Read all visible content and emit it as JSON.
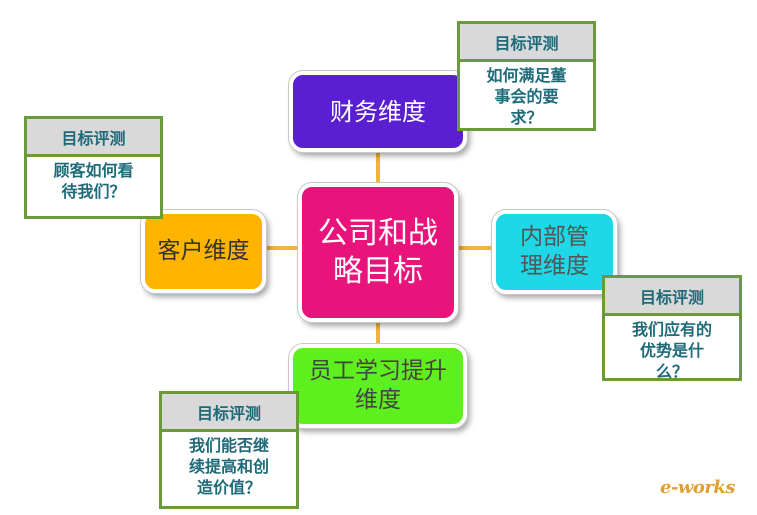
{
  "center": {
    "line1": "公司和战",
    "line2": "略目标",
    "color": "#e8147c"
  },
  "finance": {
    "label": "财务维度",
    "color": "#5a1fd1"
  },
  "customer": {
    "label": "客户维度",
    "color": "#ffb400"
  },
  "internal": {
    "line1": "内部管",
    "line2": "理维度",
    "color": "#1ed8e8"
  },
  "learning": {
    "line1": "员工学习提升",
    "line2": "维度",
    "color": "#5ef01e"
  },
  "eval_header": "目标评测",
  "eval_finance": {
    "header": "目标评测",
    "line1": "如何满足董",
    "line2": "事会的要",
    "line3": "求？"
  },
  "eval_customer": {
    "header": "目标评测",
    "line1": "顾客如何看",
    "line2": "待我们？"
  },
  "eval_internal": {
    "header": "目标评测",
    "line1": "我们应有的",
    "line2": "优势是什",
    "line3": "么？"
  },
  "eval_learning": {
    "header": "目标评测",
    "line1": "我们能否继",
    "line2": "续提高和创",
    "line3": "造价值？"
  },
  "watermark": "e-works",
  "connector_color": "#f0b43a",
  "eval_border_color": "#6a9a3a",
  "eval_text_color": "#1f6b7a"
}
